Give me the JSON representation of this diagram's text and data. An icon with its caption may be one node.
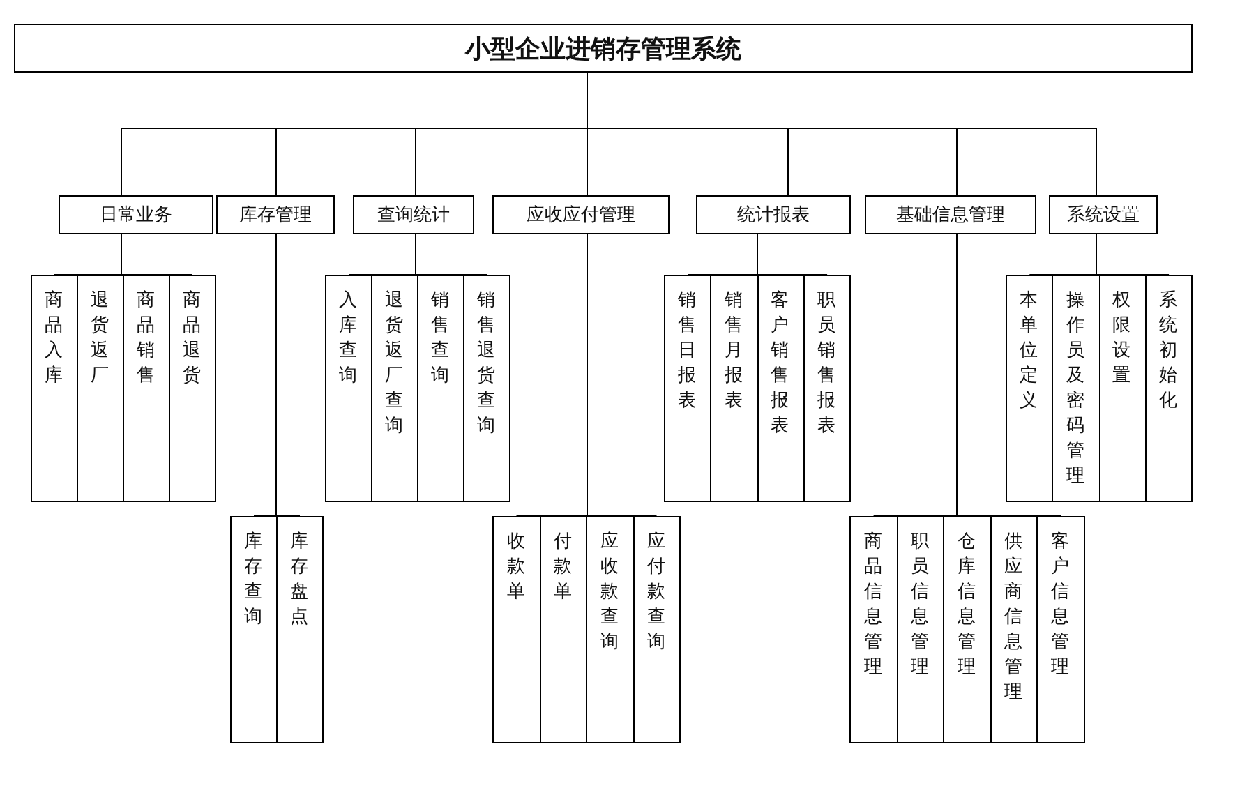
{
  "diagram": {
    "nodes": [
      {
        "text": [
          "小型企业进销存管理系统"
        ]
      },
      {
        "text": [
          "日常业务"
        ]
      },
      {
        "text": [
          "库存管理"
        ]
      },
      {
        "text": [
          "查询统计"
        ]
      },
      {
        "text": [
          "应收应付管理"
        ]
      },
      {
        "text": [
          "统计报表"
        ]
      },
      {
        "text": [
          "基础信息管理"
        ]
      },
      {
        "text": [
          "系统设置"
        ]
      },
      {
        "text": [
          "商品入库"
        ]
      },
      {
        "text": [
          "退货返厂"
        ]
      },
      {
        "text": [
          "商品销售"
        ]
      },
      {
        "text": [
          "商品退货"
        ]
      },
      {
        "text": [
          "库存查询"
        ]
      },
      {
        "text": [
          "库存盘点"
        ]
      },
      {
        "text": [
          "入库查询"
        ]
      },
      {
        "text": [
          "退货返厂查询"
        ]
      },
      {
        "text": [
          "销售查询"
        ]
      },
      {
        "text": [
          "销售退货查询"
        ]
      },
      {
        "text": [
          "收款单"
        ]
      },
      {
        "text": [
          "付款单"
        ]
      },
      {
        "text": [
          "应收款查询"
        ]
      },
      {
        "text": [
          "应付款查询"
        ]
      },
      {
        "text": [
          "销售日报表"
        ]
      },
      {
        "text": [
          "销售月报表"
        ]
      },
      {
        "text": [
          "客户销售报表"
        ]
      },
      {
        "text": [
          "职员销售报表"
        ]
      },
      {
        "text": [
          "商品信息管理"
        ]
      },
      {
        "text": [
          "职员信息管理"
        ]
      },
      {
        "text": [
          "仓库信息管理"
        ]
      },
      {
        "text": [
          "供应商信息管理"
        ]
      },
      {
        "text": [
          "客户信息管理"
        ]
      },
      {
        "text": [
          "本单位定义"
        ]
      },
      {
        "text": [
          "操作员及密码管理"
        ]
      },
      {
        "text": [
          "权限设置"
        ]
      },
      {
        "text": [
          "系统初始化"
        ]
      }
    ],
    "edges": [
      {
        "from": 0,
        "to": 1,
        "arrow": "none"
      },
      {
        "from": 0,
        "to": 2,
        "arrow": "none"
      },
      {
        "from": 0,
        "to": 3,
        "arrow": "none"
      },
      {
        "from": 0,
        "to": 4,
        "arrow": "none"
      },
      {
        "from": 0,
        "to": 5,
        "arrow": "none"
      },
      {
        "from": 0,
        "to": 6,
        "arrow": "none"
      },
      {
        "from": 0,
        "to": 7,
        "arrow": "none"
      },
      {
        "from": 1,
        "to": 8,
        "arrow": "none"
      },
      {
        "from": 1,
        "to": 9,
        "arrow": "none"
      },
      {
        "from": 1,
        "to": 10,
        "arrow": "none"
      },
      {
        "from": 1,
        "to": 11,
        "arrow": "none"
      },
      {
        "from": 2,
        "to": 12,
        "arrow": "none"
      },
      {
        "from": 2,
        "to": 13,
        "arrow": "none"
      },
      {
        "from": 3,
        "to": 14,
        "arrow": "none"
      },
      {
        "from": 3,
        "to": 15,
        "arrow": "none"
      },
      {
        "from": 3,
        "to": 16,
        "arrow": "none"
      },
      {
        "from": 3,
        "to": 17,
        "arrow": "none"
      },
      {
        "from": 4,
        "to": 18,
        "arrow": "none"
      },
      {
        "from": 4,
        "to": 19,
        "arrow": "none"
      },
      {
        "from": 4,
        "to": 20,
        "arrow": "none"
      },
      {
        "from": 4,
        "to": 21,
        "arrow": "none"
      },
      {
        "from": 5,
        "to": 22,
        "arrow": "none"
      },
      {
        "from": 5,
        "to": 23,
        "arrow": "none"
      },
      {
        "from": 5,
        "to": 24,
        "arrow": "none"
      },
      {
        "from": 5,
        "to": 25,
        "arrow": "none"
      },
      {
        "from": 6,
        "to": 26,
        "arrow": "none"
      },
      {
        "from": 6,
        "to": 27,
        "arrow": "none"
      },
      {
        "from": 6,
        "to": 28,
        "arrow": "none"
      },
      {
        "from": 6,
        "to": 29,
        "arrow": "none"
      },
      {
        "from": 6,
        "to": 30,
        "arrow": "none"
      },
      {
        "from": 7,
        "to": 31,
        "arrow": "none"
      },
      {
        "from": 7,
        "to": 32,
        "arrow": "none"
      },
      {
        "from": 7,
        "to": 33,
        "arrow": "none"
      },
      {
        "from": 7,
        "to": 34,
        "arrow": "none"
      }
    ]
  }
}
